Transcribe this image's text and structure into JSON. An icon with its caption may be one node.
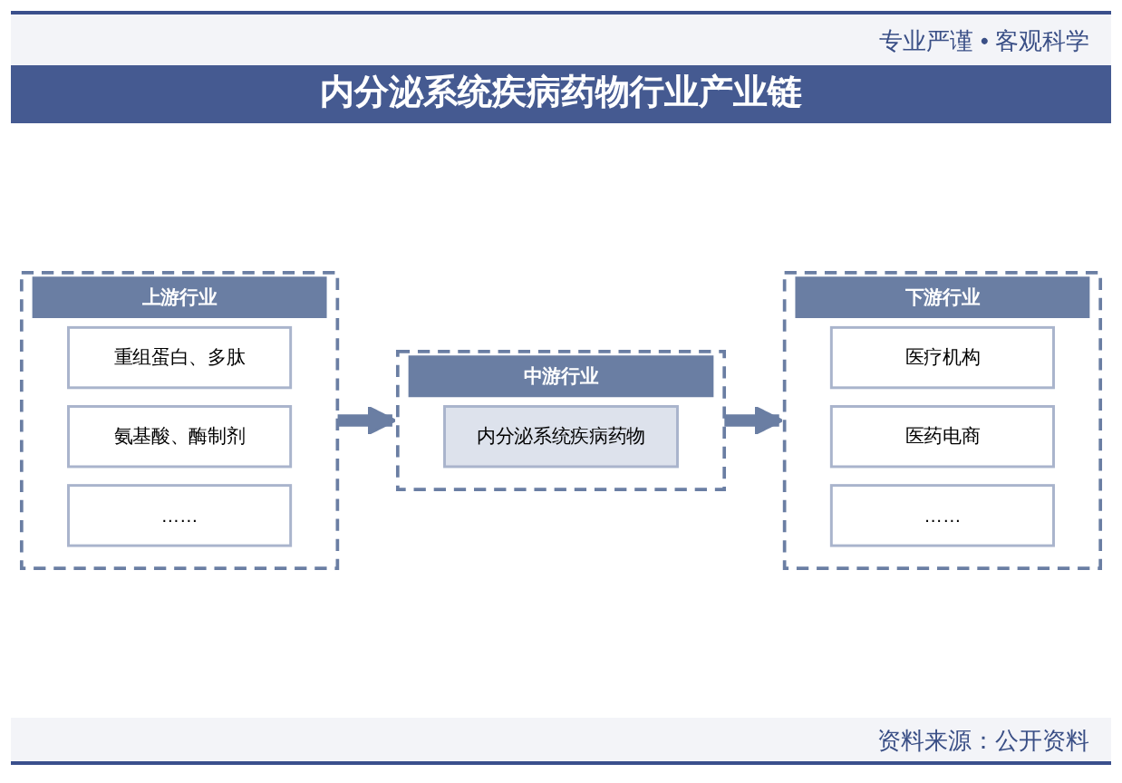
{
  "diagram": {
    "title": "内分泌系统疾病药物行业产业链",
    "nodes": [
      {
        "text": [
          "上游行业"
        ]
      },
      {
        "text": [
          "重组蛋白、多肽"
        ],
        "in": 0
      },
      {
        "text": [
          "氨基酸、酶制剂"
        ],
        "in": 0
      },
      {
        "text": [
          "……"
        ],
        "in": 0
      },
      {
        "text": [
          "中游行业"
        ]
      },
      {
        "text": [
          "内分泌系统疾病药物"
        ],
        "in": 4
      },
      {
        "text": [
          "下游行业"
        ]
      },
      {
        "text": [
          "医疗机构"
        ],
        "in": 6
      },
      {
        "text": [
          "医药电商"
        ],
        "in": 6
      },
      {
        "text": [
          "……"
        ],
        "in": 6
      }
    ],
    "edges": [
      {
        "from": 0,
        "to": 4,
        "arrow": "to"
      },
      {
        "from": 4,
        "to": 6,
        "arrow": "to"
      }
    ],
    "labels": [
      "专业严谨 • 客观科学",
      "资料来源：公开资料"
    ]
  }
}
